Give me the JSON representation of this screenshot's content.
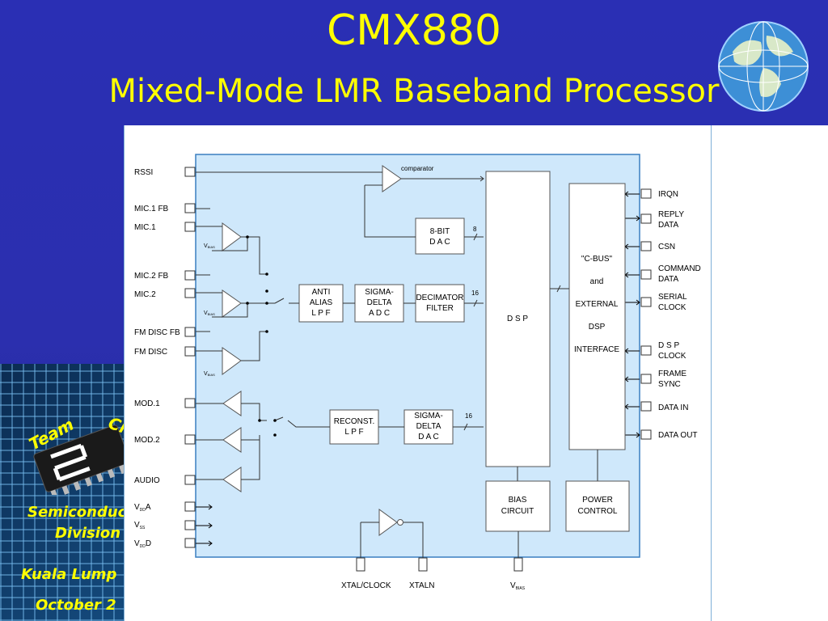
{
  "slide": {
    "title": "CMX880",
    "subtitle": "Mixed-Mode LMR Baseband Processor",
    "team_text": "Team",
    "team_text2": "Ch",
    "semiconductor_text": "Semiconduc",
    "division_text": "Division",
    "location_text": "Kuala Lump",
    "date_text": "October 2"
  },
  "colors": {
    "background": "#2a2fb4",
    "title": "#ffff00",
    "diagram_fill": "#cfe8fb",
    "diagram_border": "#3a7fc0"
  },
  "diagram": {
    "left_pins": {
      "rssi": "RSSI",
      "mic1fb": "MIC.1 FB",
      "mic1": "MIC.1",
      "mic2fb": "MIC.2 FB",
      "mic2": "MIC.2",
      "fmdiscfb": "FM DISC FB",
      "fmdisc": "FM DISC",
      "mod1": "MOD.1",
      "mod2": "MOD.2",
      "audio": "AUDIO",
      "vdda": "A",
      "vss": "",
      "vddd": "D"
    },
    "supply": {
      "v": "V",
      "dd": "DD",
      "ss": "SS",
      "bias": "BIAS"
    },
    "right_pins": {
      "irqn": "IRQN",
      "reply1": "REPLY",
      "reply2": "DATA",
      "csn": "CSN",
      "command1": "COMMAND",
      "command2": "DATA",
      "serial1": "SERIAL",
      "serial2": "CLOCK",
      "dsp1": "D S P",
      "dsp2": "CLOCK",
      "frame1": "FRAME",
      "frame2": "SYNC",
      "datain": "DATA IN",
      "dataout": "DATA OUT"
    },
    "bottom_pins": {
      "xtal": "XTAL/CLOCK",
      "xtaln": "XTALN"
    },
    "blocks": {
      "comparator": "comparator",
      "dac8_1": "8-BIT",
      "dac8_2": "D A C",
      "anti1": "ANTI",
      "anti2": "ALIAS",
      "anti3": "L P F",
      "sdadc1": "SIGMA-",
      "sdadc2": "DELTA",
      "sdadc3": "A D C",
      "dec1": "DECIMATOR",
      "dec2": "FILTER",
      "dsp": "D S P",
      "cbus1": "\"C-BUS\"",
      "cbus2": "and",
      "cbus3": "EXTERNAL",
      "cbus4": "DSP",
      "cbus5": "INTERFACE",
      "recon1": "RECONST.",
      "recon2": "L P F",
      "sddac1": "SIGMA-",
      "sddac2": "DELTA",
      "sddac3": "D A C",
      "bias1": "BIAS",
      "bias2": "CIRCUIT",
      "power1": "POWER",
      "power2": "CONTROL"
    },
    "bus_widths": {
      "dac": "8",
      "dec": "16",
      "sddac": "16"
    }
  }
}
